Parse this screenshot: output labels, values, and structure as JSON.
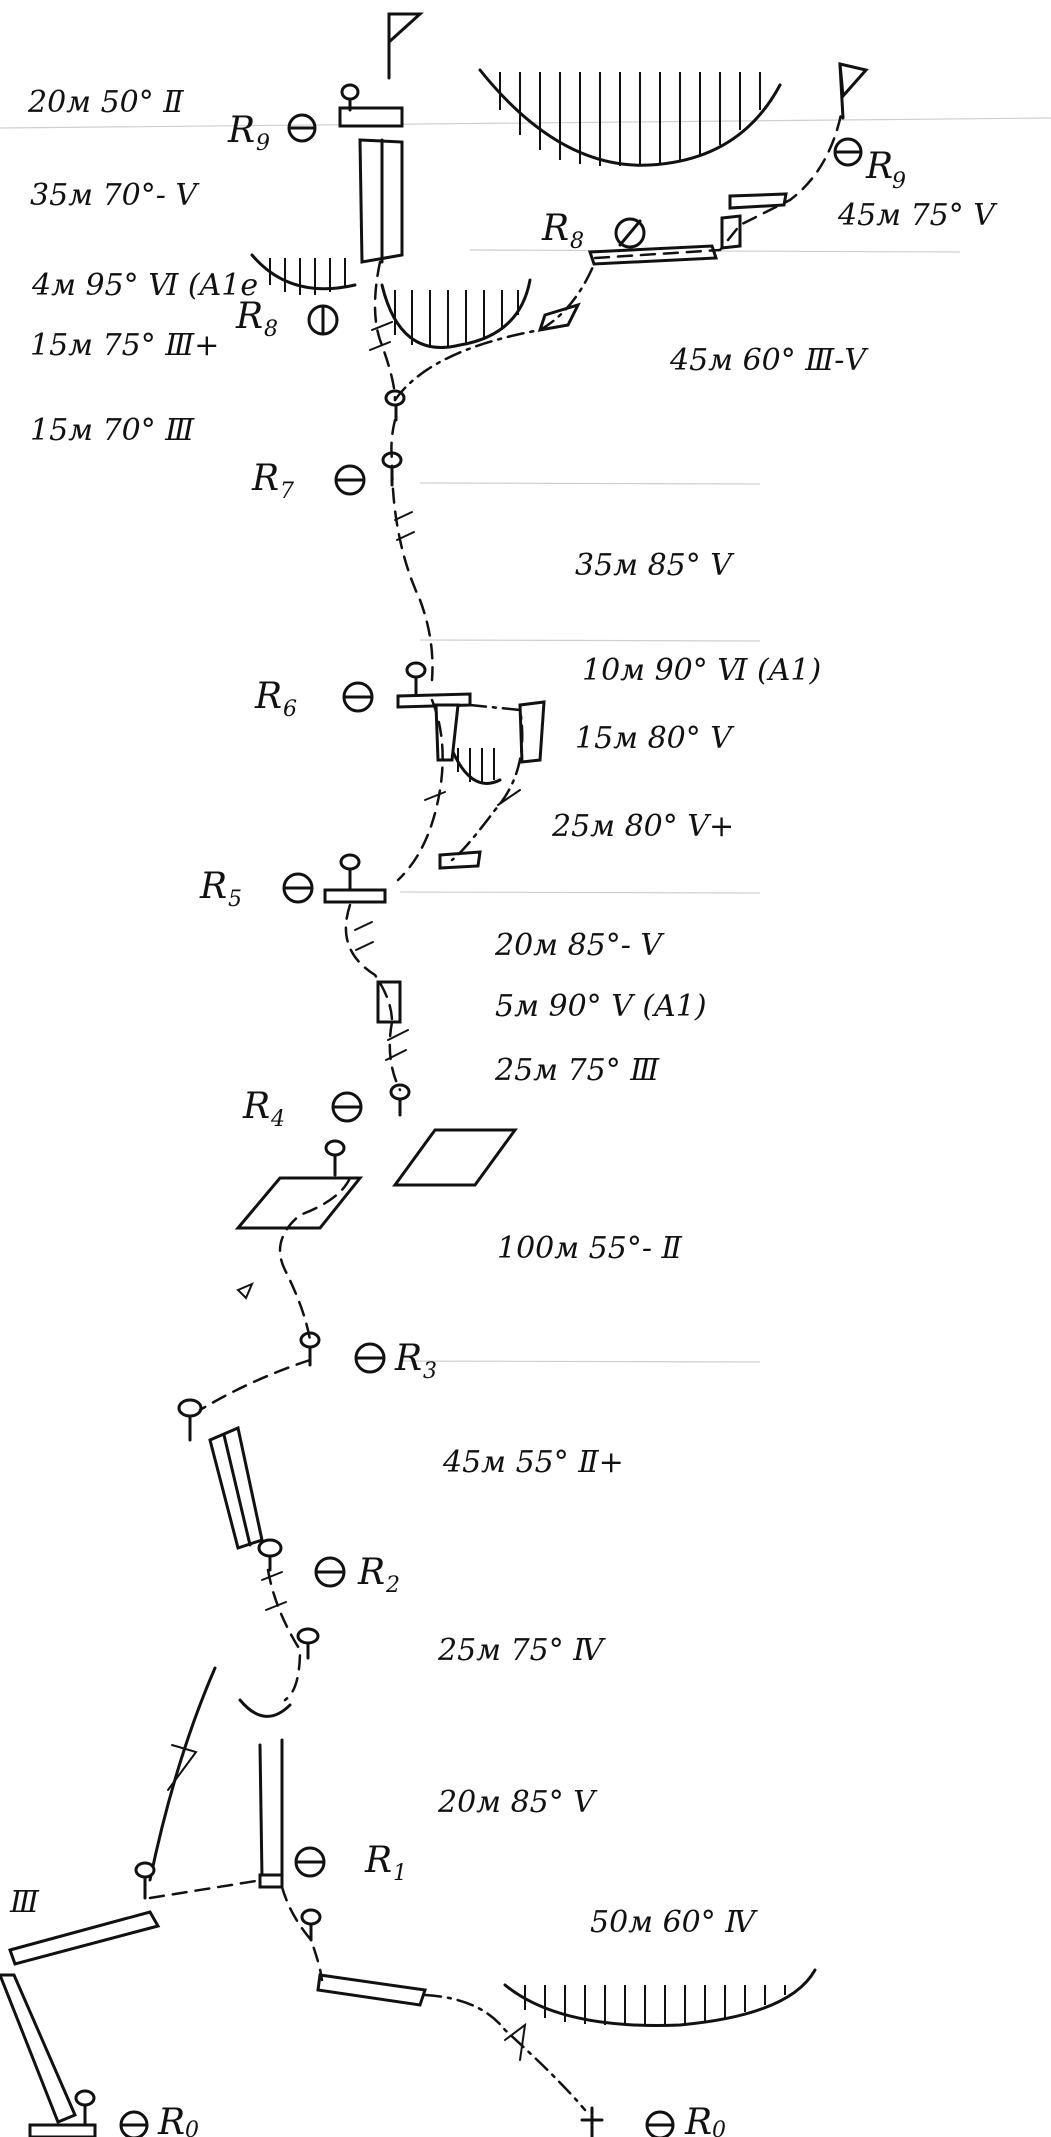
{
  "pitches": [
    {
      "id": "p-left-top",
      "text": "20м 50° Ⅱ"
    },
    {
      "id": "p-left-2",
      "text": "35м 70°- Ⅴ"
    },
    {
      "id": "p-left-3",
      "text": "4м 95° Ⅵ (A1e"
    },
    {
      "id": "p-left-4",
      "text": "15м 75° Ⅲ+"
    },
    {
      "id": "p-left-5",
      "text": "15м 70° Ⅲ"
    },
    {
      "id": "p-right-top",
      "text": "45м 75° Ⅴ"
    },
    {
      "id": "p-right-2",
      "text": "45м 60° Ⅲ-Ⅴ"
    },
    {
      "id": "p-mid-1",
      "text": "35м 85° Ⅴ"
    },
    {
      "id": "p-mid-2",
      "text": "10м 90° Ⅵ (A1)"
    },
    {
      "id": "p-mid-3",
      "text": "15м 80° Ⅴ"
    },
    {
      "id": "p-mid-4",
      "text": "25м 80° Ⅴ+"
    },
    {
      "id": "p-mid-5",
      "text": "20м 85°- Ⅴ"
    },
    {
      "id": "p-mid-6",
      "text": "5м 90° Ⅴ (A1)"
    },
    {
      "id": "p-mid-7",
      "text": "25м 75° Ⅲ"
    },
    {
      "id": "p-mid-8",
      "text": "100м 55°- Ⅱ"
    },
    {
      "id": "p-mid-9",
      "text": "45м 55° Ⅱ+"
    },
    {
      "id": "p-mid-10",
      "text": "25м 75° Ⅳ"
    },
    {
      "id": "p-mid-11",
      "text": "20м 85° Ⅴ"
    },
    {
      "id": "p-mid-12",
      "text": "50м 60° Ⅳ"
    },
    {
      "id": "p-bl-grade",
      "text": "Ⅲ"
    }
  ],
  "stations": {
    "r9_left": {
      "main": "R",
      "sub": "9"
    },
    "r9_right": {
      "main": "R",
      "sub": "9"
    },
    "r8_right": {
      "main": "R",
      "sub": "8"
    },
    "r8_left": {
      "main": "R",
      "sub": "8"
    },
    "r7": {
      "main": "R",
      "sub": "7"
    },
    "r6": {
      "main": "R",
      "sub": "6"
    },
    "r5": {
      "main": "R",
      "sub": "5"
    },
    "r4": {
      "main": "R",
      "sub": "4"
    },
    "r3": {
      "main": "R",
      "sub": "3"
    },
    "r2": {
      "main": "R",
      "sub": "2"
    },
    "r1": {
      "main": "R",
      "sub": "1"
    },
    "r0_left": {
      "main": "R",
      "sub": "0"
    },
    "r0_right": {
      "main": "R",
      "sub": "0"
    }
  },
  "colors": {
    "ink": "#111111",
    "paper": "#ffffff"
  }
}
